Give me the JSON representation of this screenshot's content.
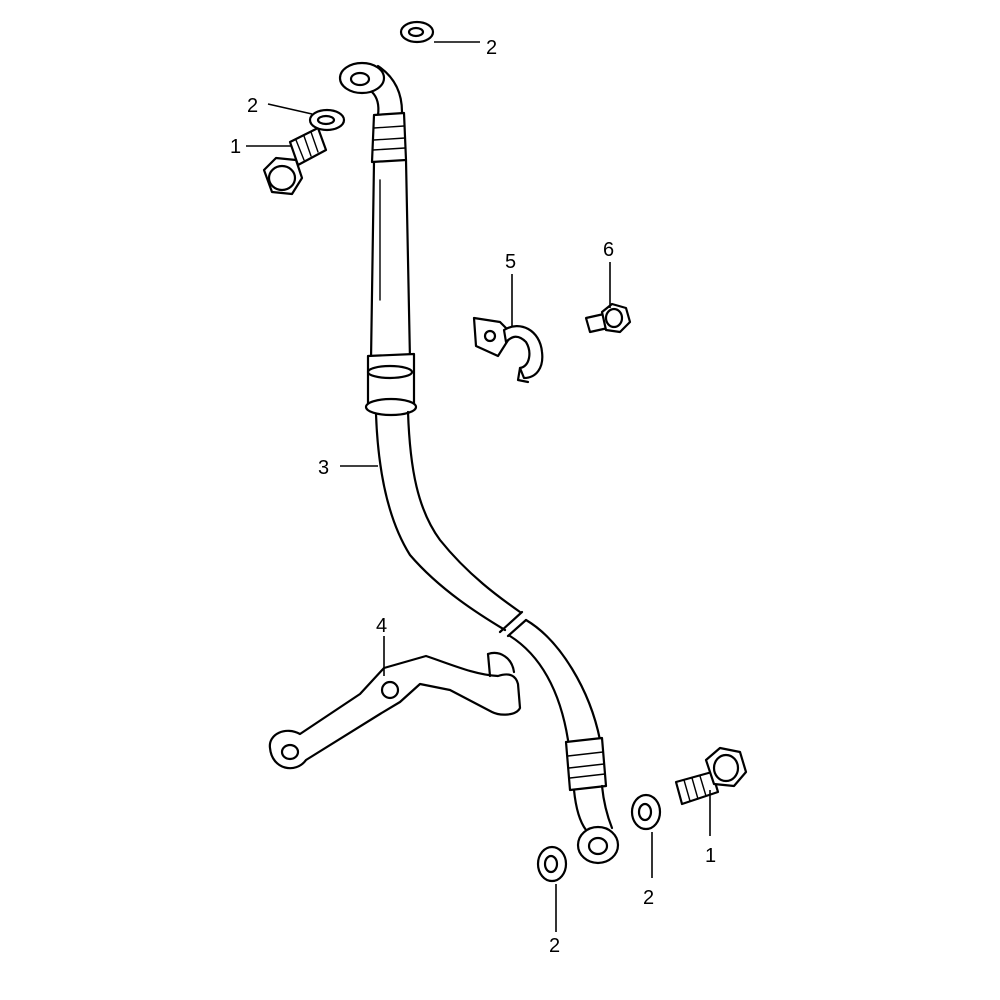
{
  "callouts": {
    "bolt_top": "1",
    "bolt_bottom": "1",
    "washer_top": "2",
    "washer_upper_left": "2",
    "washer_bottom_1": "2",
    "washer_bottom_2": "2",
    "brake_hose": "3",
    "bracket": "4",
    "clamp": "5",
    "screw": "6"
  }
}
